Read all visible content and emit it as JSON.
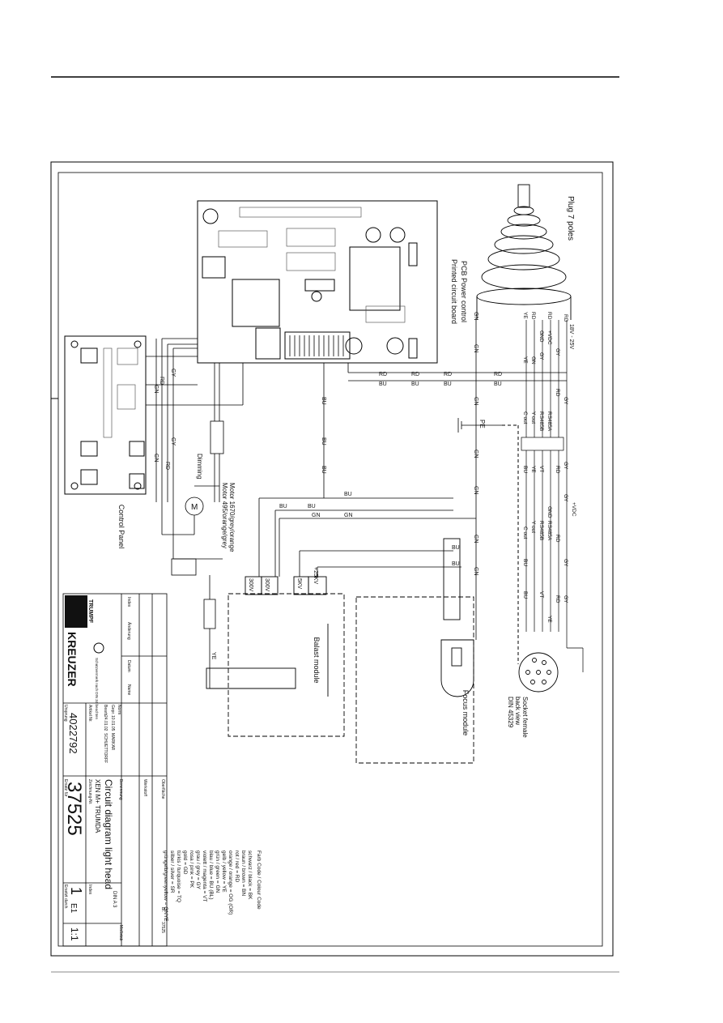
{
  "title_block": {
    "brand_trumpf": "TRUMPF",
    "brand_kreuzer": "KREUZER",
    "drawing_title_1": "Circuit diagram light head",
    "drawing_title_2": "XEN M+ TRUMDA",
    "drawing_number": "37525",
    "article_number": "4022792",
    "index_value": "1",
    "scale": "1:1",
    "format": "DIN A 3",
    "sheet": "E1",
    "label_index": "Index",
    "label_aenderung": "Änderung",
    "label_datum": "Datum",
    "label_name": "Name",
    "label_bearb": "Bearb.",
    "label_gepr": "Gepr.",
    "label_norm": "Norm",
    "label_benennung": "Benennung",
    "label_zeichnung": "Zeichnung-Nr.",
    "label_artikel": "Artikel Nr.",
    "label_ursprung": "Ursprung",
    "label_ersatz_fuer": "Ersatz für",
    "label_ersetzt_durch": "Ersetzt durch",
    "label_massstab": "Maßstab",
    "label_werkstoff": "Werkstoff",
    "label_oberflaeche": "Oberfläche",
    "label_blatt": "Bl.",
    "label_schutz": "Schutzvermerk nach DIN 34 beachten",
    "bearb_date": "24.01.02",
    "bearb_name": "SCHUETTORFF",
    "gepr_date": "10.01.05",
    "gepr_name": "MARKAR",
    "doc_ref": "37525"
  },
  "color_code": {
    "heading": "Farb Code / Colour Code",
    "rows": [
      "schwarz / black    = BK",
      "braun / brown      = BN",
      "rot / red          = RD",
      "orange / orange    = OG (OR)",
      "gelb / yellow      = YE",
      "grün / green       = GN",
      "blau / blue        = BU (BL)",
      "violett / magenta  = VT",
      "grau / grey        = GY",
      "rosa / pink        = PK",
      "gold               = GD",
      "türkis / turquoise = TQ",
      "silber / silver    = SR",
      "grüngelb/greenyellow = GNYE"
    ]
  },
  "labels": {
    "plug": "Plug 7 poles",
    "voltage": "18V - 25V",
    "pcb": "Printed circuit board",
    "pcb2": "PCB Power control",
    "control_panel": "Control Panel",
    "dimming": "Dimming",
    "motor1": "Motor 1670/grey/orange",
    "motor2": "Motor 495/orange/grey",
    "ballast": "Balast module",
    "focus": "Focus module",
    "socket1": "Socket female",
    "socket2": "back view",
    "socket3": "DIN 45329",
    "hv_300a": "300V",
    "hv_300b": "300V",
    "hv_5kv": "5KV",
    "hv_25kv": "+25KV",
    "motor_m": "M",
    "pe": "PE",
    "vdc": "+VDC",
    "gnd": "GND",
    "rs485a": "RS485A",
    "rs485b": "RS485B",
    "yout": "Y out",
    "cout": "C out"
  },
  "wires": {
    "gy": "GY",
    "rd": "RD",
    "gn": "GN",
    "bu": "BU",
    "ye": "YE",
    "vt": "VT"
  }
}
